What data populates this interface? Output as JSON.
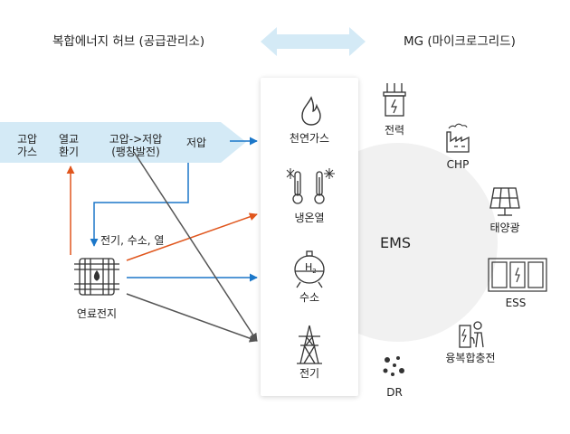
{
  "header": {
    "left_title": "복합에너지 허브 (공급관리소)",
    "right_title": "MG (마이크로그리드)"
  },
  "pipeline": {
    "item1_line1": "고압",
    "item1_line2": "가스",
    "item2_line1": "열교",
    "item2_line2": "환기",
    "item3_line1": "고압->저압",
    "item3_line2": "(팽창발전)",
    "item4": "저압"
  },
  "fuel_cell": {
    "label": "연료전지",
    "output_label": "전기, 수소, 열"
  },
  "panel_items": {
    "gas": "천연가스",
    "heat": "냉온열",
    "hydrogen": "수소",
    "hydrogen_icon_text": "H",
    "hydrogen_icon_sub": "2",
    "electricity": "전기"
  },
  "mg": {
    "center": "EMS",
    "power": "전력",
    "chp": "CHP",
    "solar": "태양광",
    "ess": "ESS",
    "charging": "융복합충전",
    "dr": "DR"
  },
  "colors": {
    "pipeline": "#d4eaf6",
    "arrow_blue": "#1b77c9",
    "arrow_orange": "#e0561d",
    "arrow_dark": "#555555",
    "circle": "#f1f1f1",
    "header_arrow": "#d4eaf6"
  }
}
